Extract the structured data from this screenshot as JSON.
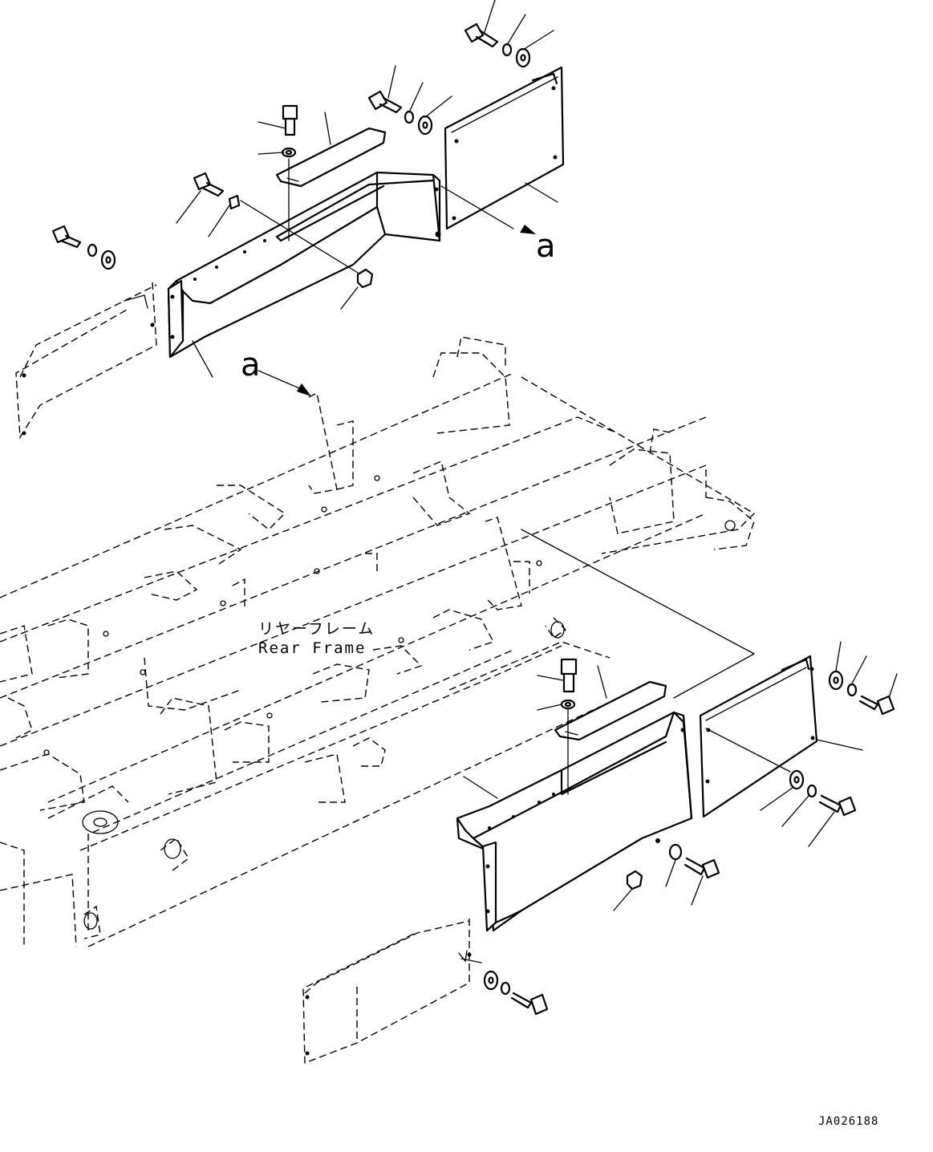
{
  "labels": {
    "frame_jp": "リヤーフレーム",
    "frame_en": "Rear Frame",
    "ref_a_upper": "a",
    "ref_a_lower": "a",
    "drawing_code": "JA026188"
  }
}
